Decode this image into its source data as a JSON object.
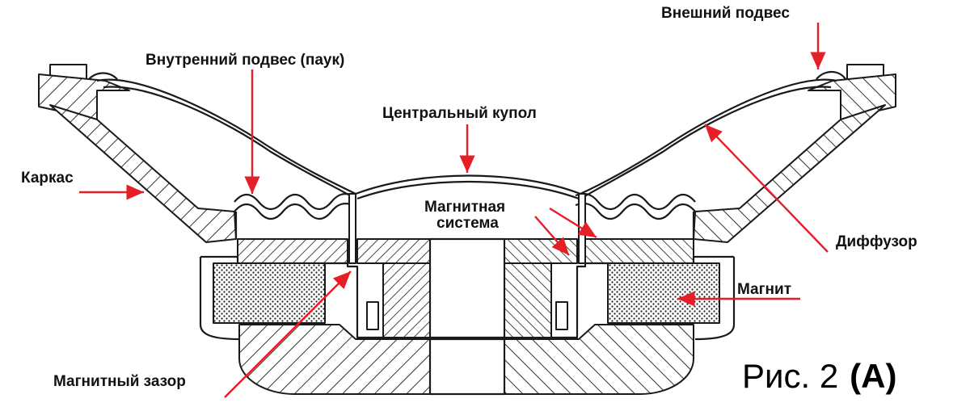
{
  "figure": {
    "caption_prefix": "Рис. 2",
    "caption_suffix": "(A)"
  },
  "labels": {
    "outer_suspension": "Внешний подвес",
    "spider": "Внутренний подвес (паук)",
    "dust_cap": "Центральный купол",
    "frame": "Каркас",
    "magnet_system_line1": "Магнитная",
    "magnet_system_line2": "система",
    "cone": "Диффузор",
    "magnet": "Магнит",
    "magnetic_gap": "Магнитный зазор"
  },
  "colors": {
    "arrow": "#e61e25",
    "line": "#1a1a1a",
    "background": "#ffffff"
  }
}
